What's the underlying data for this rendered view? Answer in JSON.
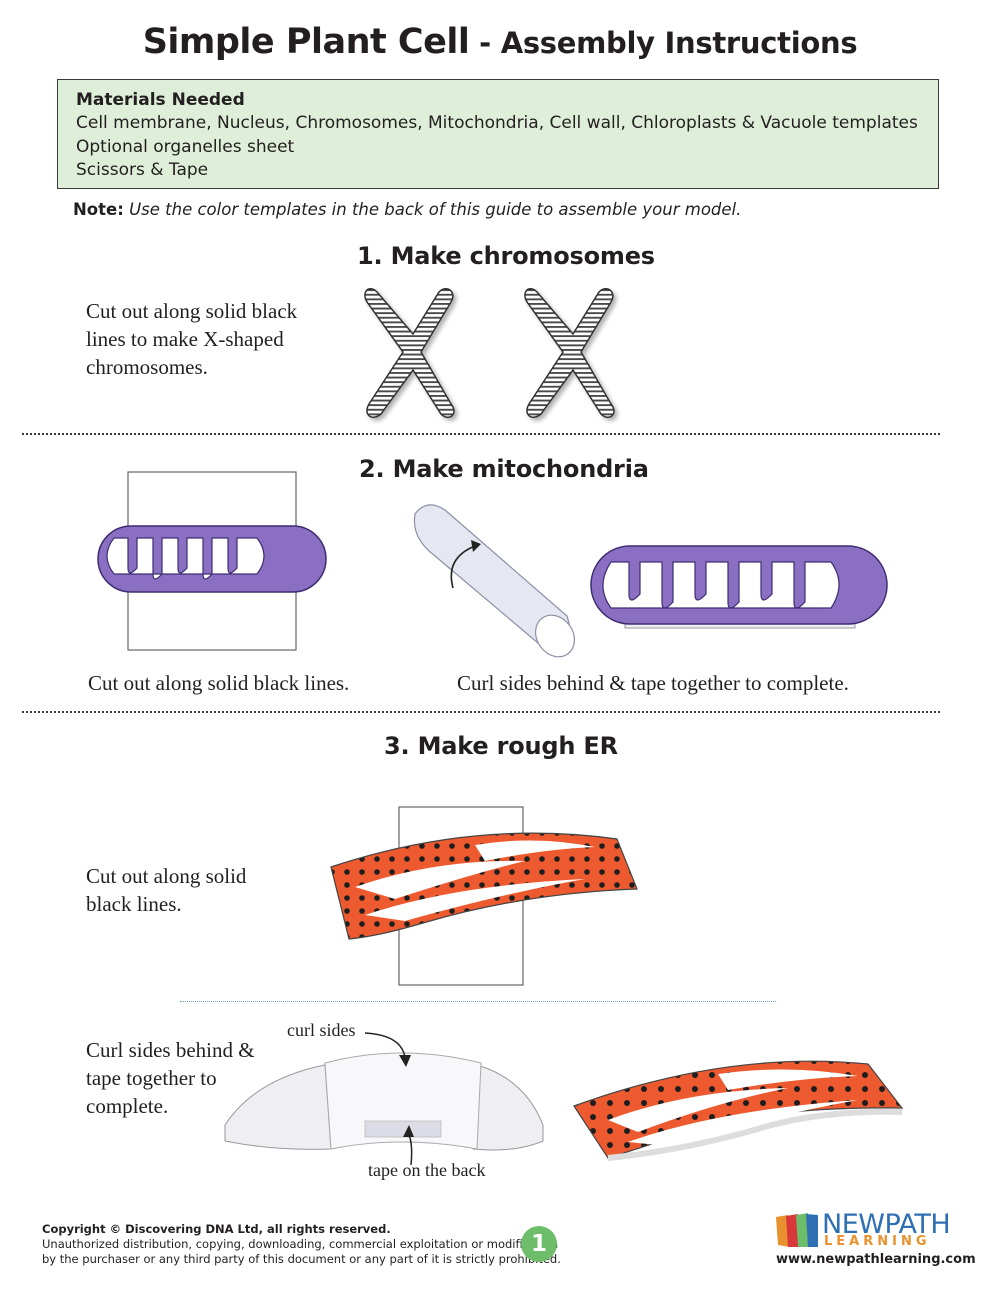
{
  "title": {
    "main": "Simple Plant Cell",
    "separator": " - ",
    "sub": "Assembly Instructions"
  },
  "materials": {
    "heading": "Materials Needed",
    "lines": [
      "Cell membrane, Nucleus, Chromosomes, Mitochondria, Cell wall, Chloroplasts & Vacuole templates",
      "Optional organelles sheet",
      "Scissors & Tape"
    ]
  },
  "note": {
    "label": "Note:",
    "text": "Use the color templates in the back of this guide to assemble your model."
  },
  "steps": [
    {
      "heading": "1.  Make chromosomes",
      "text": "Cut out along solid black lines to make X-shaped chromosomes."
    },
    {
      "heading": "2.  Make mitochondria",
      "caption_left": "Cut out along solid black lines.",
      "caption_right": "Curl sides behind & tape together to complete."
    },
    {
      "heading": "3.  Make rough ER",
      "text_top": "Cut out along solid black lines.",
      "text_bottom": "Curl sides behind & tape together to complete.",
      "label_curl": "curl sides",
      "label_tape": "tape on the back"
    }
  ],
  "footer": {
    "copyright": "Copyright © Discovering DNA Ltd, all rights reserved.",
    "line2": "Unauthorized distribution, copying, downloading, commercial exploitation or modification",
    "line3": "by the purchaser or any third party of this document or any part of it is strictly prohibited.",
    "page_number": "1",
    "logo_word1": "NEWPATH",
    "logo_word2": "LEARNING",
    "url": "www.newpathlearning.com"
  },
  "colors": {
    "materials_bg": "#deeed9",
    "mitochondria": "#8a6fc2",
    "rough_er": "#ee5a2f",
    "page_badge": "#6dbd6a",
    "logo_blue": "#2f6fb3",
    "logo_orange": "#e8912e"
  }
}
